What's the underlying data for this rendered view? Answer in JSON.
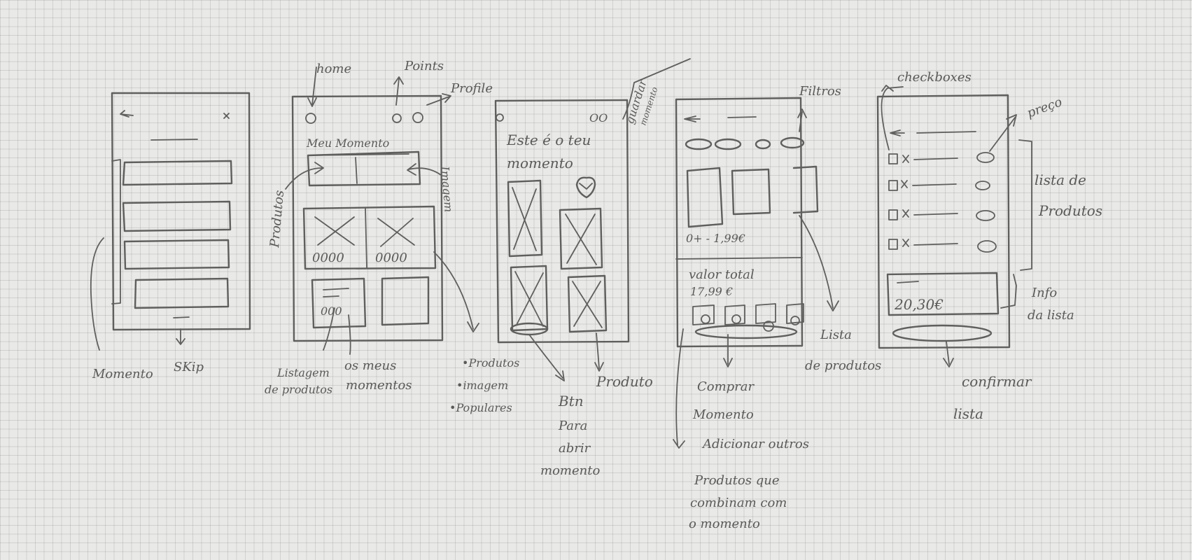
{
  "screen1": {
    "annotations": {
      "momento": "Momento",
      "skip": "SKip"
    }
  },
  "screen2": {
    "title": "Meu Momento",
    "thumb_dots": "0000",
    "card_dots": "000",
    "annotations": {
      "home": "home",
      "points": "Points",
      "profile": "Profile",
      "produtos": "Produtos",
      "imagem": "Imagem",
      "listagem_1": "Listagem",
      "listagem_2": "de produtos",
      "os_meus_1": "os meus",
      "os_meus_2": "momentos",
      "bullets": [
        "•Produtos",
        "•imagem",
        "•Populares"
      ]
    }
  },
  "screen3": {
    "heading_1": "Este é o teu",
    "heading_2": "momento",
    "annotations": {
      "guardar_1": "guardar",
      "guardar_2": "momento",
      "btn_1": "Btn",
      "btn_2": "Para",
      "btn_3": "abrir",
      "btn_4": "momento",
      "produto": "Produto"
    }
  },
  "screen4": {
    "price": "0+ - 1,99€",
    "total_label": "valor total",
    "total_value": "17,99 €",
    "annotations": {
      "filtros": "Filtros",
      "lista_1": "Lista",
      "lista_2": "de produtos",
      "comprar_1": "Comprar",
      "comprar_2": "Momento",
      "adicionar": "Adicionar outros",
      "produtos_que": "Produtos que",
      "combinam": "combinam com",
      "o_momento": "o momento"
    }
  },
  "screen5": {
    "total": "20,30€",
    "annotations": {
      "checkboxes": "checkboxes",
      "preco": "preço",
      "lista_prod_1": "lista de",
      "lista_prod_2": "Produtos",
      "info_1": "Info",
      "info_2": "da lista",
      "confirmar_1": "confirmar",
      "confirmar_2": "lista"
    }
  }
}
